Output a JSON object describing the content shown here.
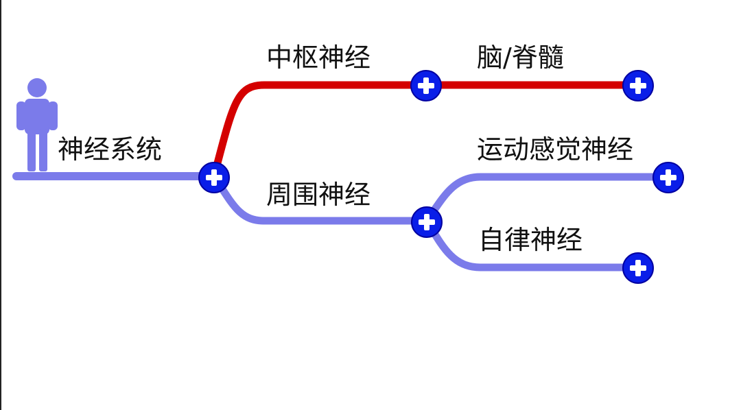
{
  "root": {
    "label": "神经系统",
    "icon": "person-icon",
    "color": "#7b7bea"
  },
  "branches": [
    {
      "label": "中枢神经",
      "color": "#d40000",
      "children": [
        {
          "label": "脑/脊髓",
          "color": "#d40000"
        }
      ]
    },
    {
      "label": "周围神经",
      "color": "#7b7bea",
      "children": [
        {
          "label": "运动感觉神经",
          "color": "#7b7bea"
        },
        {
          "label": "自律神经",
          "color": "#7b7bea"
        }
      ]
    }
  ],
  "expand_button": {
    "icon": "plus-circle-icon",
    "fill": "#0a1ee8",
    "stroke": "#0000a0",
    "glyph_color": "#ffffff"
  }
}
